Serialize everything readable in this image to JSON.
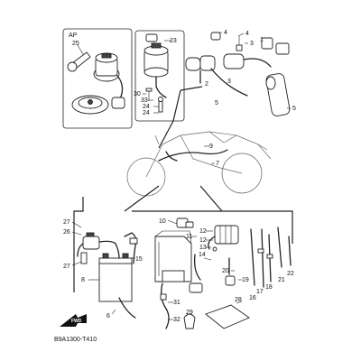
{
  "diagram": {
    "group_ap_label": "AP",
    "forward_label": "FWD",
    "code": "B9A1300-T410",
    "callouts": {
      "c1": "1",
      "c2": "2",
      "c3": "3",
      "c4": "4",
      "c5a": "5",
      "c5b": "5",
      "c6": "6",
      "c7": "7",
      "c8": "8",
      "c9": "9",
      "c10": "10",
      "c11": "11",
      "c12a": "12",
      "c12b": "12",
      "c13": "13",
      "c14": "14",
      "c15": "15",
      "c16": "16",
      "c17": "17",
      "c18": "18",
      "c19": "19",
      "c20": "20",
      "c21": "21",
      "c22": "22",
      "c23": "23",
      "c24a": "24",
      "c24b": "24",
      "c25": "25",
      "c26": "26",
      "c27a": "27",
      "c27b": "27",
      "c28": "28",
      "c29": "29",
      "c30": "30",
      "c31": "31",
      "c32": "32",
      "c33": "33"
    }
  }
}
